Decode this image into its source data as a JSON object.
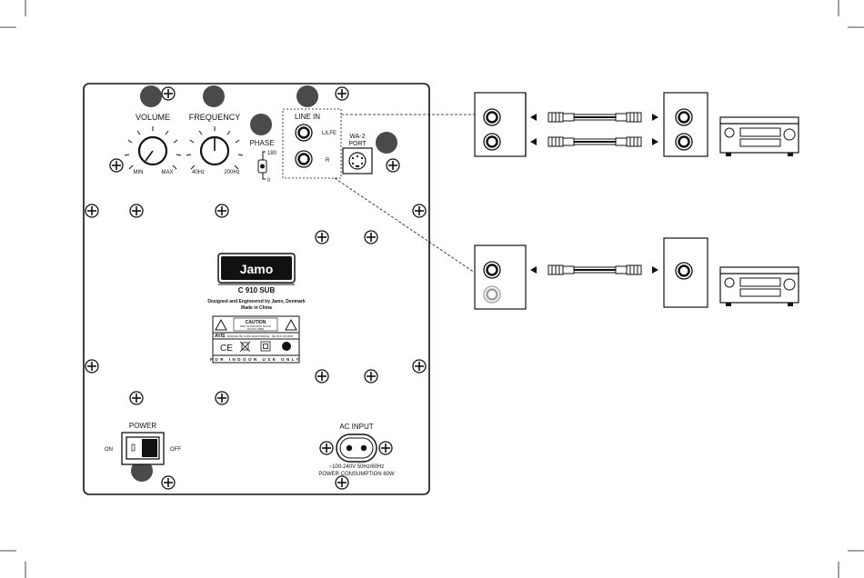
{
  "panel": {
    "volume_label": "VOLUME",
    "volume_min": "MIN",
    "volume_max": "MAX",
    "frequency_label": "FREQUENCY",
    "frequency_min": "40Hz",
    "frequency_max": "200Hz",
    "phase_label": "PHASE",
    "phase_180": "180",
    "phase_0": "0",
    "line_in_label": "LINE IN",
    "line_in_l": "L/LFE",
    "line_in_r": "R",
    "wa2_label_1": "WA-2",
    "wa2_label_2": "PORT",
    "brand": "Jamo",
    "model": "C 910 SUB",
    "designed": "Designed and Engineered by Jamo, Denmark",
    "made_in": "Made in China",
    "caution_title": "CAUTION",
    "caution_text_1": "RISK OF ELECTRIC SHOCK",
    "caution_text_2": "DO NOT OPEN",
    "avis": "AVIS",
    "avis_text": "RISQUE DE CHOC ELECTRIQUE - NE PAS OUVRIR",
    "indoor": "FOR INDOOR USE ONLY",
    "power_label": "POWER",
    "power_on": "ON",
    "power_off": "OFF",
    "ac_input_label": "AC INPUT",
    "ac_voltage": "~100-240V 50Hz/60Hz",
    "ac_consumption": "POWER CONSUMPTION 60W"
  },
  "colors": {
    "callout": "#4a4a4a",
    "outline": "#111111",
    "cable": "#222222"
  }
}
